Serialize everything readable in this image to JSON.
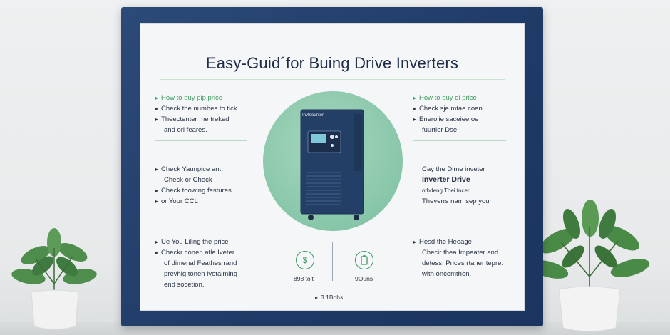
{
  "poster": {
    "title": "Easy-Guid´for  Buing Drive Inverters",
    "left_top": {
      "heading": "How to buy pip price",
      "lines": [
        "Check the numbes to tick",
        "Theectenter me treked",
        "and ori feares."
      ]
    },
    "left_mid": {
      "lines": [
        "Check Yaunpice ant",
        "Check or Check",
        "Check toowing festures",
        "or Your CCL"
      ]
    },
    "left_bot": {
      "heading": "Ue You Liling the price",
      "lines": [
        "Checkr conen atle Iveter",
        "of dimenal Feathes rand",
        "prevhig tonen ivetalming",
        "end socetion."
      ]
    },
    "right_top": {
      "heading": "How to buy oi price",
      "lines": [
        "Check sje mtae coen",
        "Enerolie saceiee oe",
        "fuurtier Dse."
      ]
    },
    "right_mid": {
      "lines": [
        "Cay the Dime inveter",
        "Inverter Drive",
        "othdeng Thei tncer",
        "Theverrs nam sep your"
      ]
    },
    "right_bot": {
      "heading": "Hesd the Heeage",
      "lines": [
        "Checir thea Impeater and",
        "detess. Prices rtaher tepret",
        "with oncemthen."
      ]
    },
    "bottom": {
      "left_icon_value": "898 tolt",
      "right_icon_value": "9Ouns",
      "footer": "3 1Bohs"
    },
    "device": {
      "brand": "Invteounter"
    }
  },
  "icons": {
    "left_icon": "dollar-icon",
    "right_icon": "battery-icon"
  },
  "colors": {
    "frame": "#1f3a66",
    "accent_green": "#3f9a62",
    "circle": "#88c6a9",
    "device": "#243f66"
  }
}
